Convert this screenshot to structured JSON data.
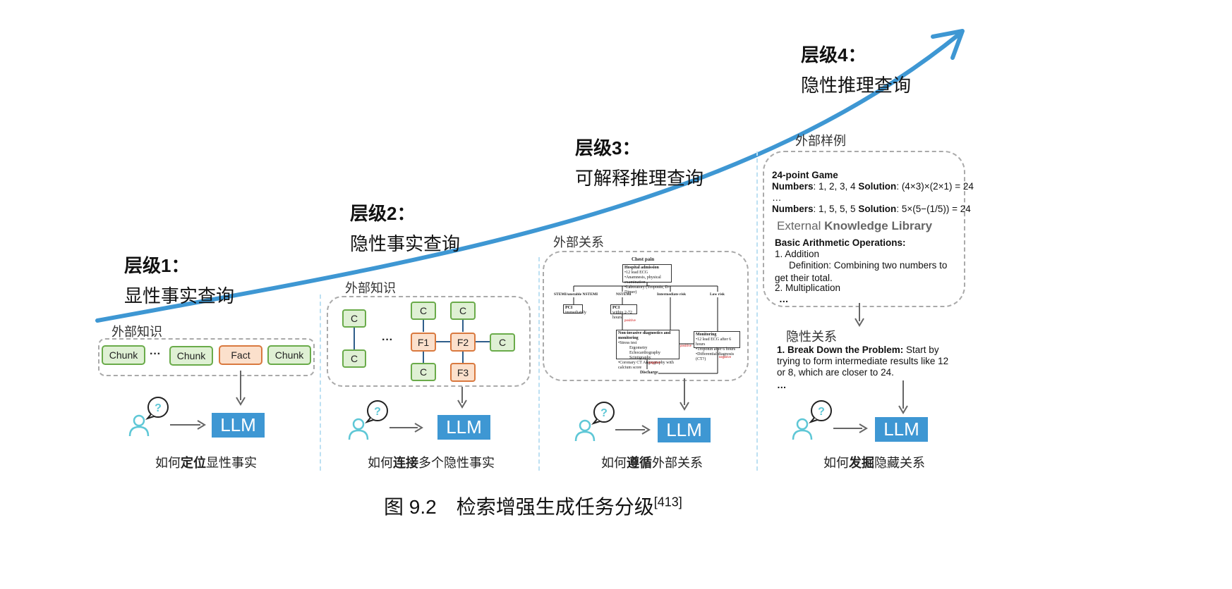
{
  "levels": [
    {
      "title": "层级1：",
      "subtitle": "显性事实查询"
    },
    {
      "title": "层级2：",
      "subtitle": "隐性事实查询"
    },
    {
      "title": "层级3：",
      "subtitle": "可解释推理查询"
    },
    {
      "title": "层级4：",
      "subtitle": "隐性推理查询"
    }
  ],
  "panel1": {
    "label": "外部知识",
    "items": [
      "Chunk",
      "Chunk",
      "Fact",
      "Chunk"
    ],
    "ellipsis": "···",
    "llm": "LLM",
    "caption_pre": "如何",
    "caption_bold": "定位",
    "caption_post": "显性事实"
  },
  "panel2": {
    "label": "外部知识",
    "nodes": {
      "c": "C",
      "f1": "F1",
      "f2": "F2",
      "f3": "F3"
    },
    "ellipsis": "···",
    "llm": "LLM",
    "caption_pre": "如何",
    "caption_bold": "连接",
    "caption_post": "多个隐性事实"
  },
  "panel3": {
    "label": "外部关系",
    "flow": {
      "title": "Chest pain",
      "admission_title": "Hospital admission",
      "admission_lines": [
        "•12 lead ECG",
        "•Anamnesis, physical examination",
        "•Laboratory (Troponin, D-Dimer)"
      ],
      "branch1": "STEMI/unstable NSTEMI",
      "branch2": "NSTEMI",
      "branch3": "Intermediate risk",
      "branch4": "Low risk",
      "pci1": "PCI",
      "pci1_sub": "immediately",
      "pci2": "PCI",
      "pci2_sub": "within 2-72 hours",
      "positive": "positive",
      "negative": "negative",
      "noninv_title": "Non-invasive diagnostics and monitoring",
      "noninv_lines": [
        "•Stress test",
        "Ergometry",
        "Echocardiography",
        "Scintigraphy",
        "•Coronary CT Angiography with calcium score"
      ],
      "monitor_title": "Monitoring",
      "monitor_lines": [
        "•12 lead ECG after 6 hours",
        "•Troponin after 6 hours",
        "•Differential diagnosis (CT?)"
      ],
      "discharge": "Discharge"
    },
    "llm": "LLM",
    "caption_pre": "如何",
    "caption_bold": "遵循",
    "caption_post": "外部关系"
  },
  "panel4": {
    "label": "外部样例",
    "game_title": "24-point Game",
    "numbers_label": "Numbers",
    "solution_label": "Solution",
    "row1_numbers": ": 1, 2, 3, 4 ",
    "row1_solution": ": (4×3)×(2×1) = 24",
    "row2_numbers": ": 1, 5, 5, 5  ",
    "row2_solution": ": 5×(5−(1/5)) = 24",
    "dots": "…",
    "kl_pre": "External ",
    "kl_bold": "Knowledge Library",
    "ops_title": "Basic Arithmetic Operations:",
    "op1": "1. Addition",
    "op1_def": "Definition: Combining two numbers to get their total.",
    "op2": "2. Multiplication",
    "op_dots": "…",
    "hidden_label": "隐性关系",
    "step_bold": "1. Break Down the Problem:",
    "step_text": " Start by trying to form intermediate results like 12 or 8, which are closer to 24.",
    "step_dots": "…",
    "llm": "LLM",
    "caption_pre": "如何",
    "caption_bold": "发掘",
    "caption_post": "隐藏关系"
  },
  "caption": {
    "text": "图 9.2　检索增强生成任务分级",
    "ref": "[413]"
  },
  "colors": {
    "curve": "#3e97d3",
    "llm": "#3e97d3",
    "chunk_fill": "#dff0d4",
    "fact_fill": "#fbe0cc",
    "user_icon": "#5ec7d6"
  }
}
